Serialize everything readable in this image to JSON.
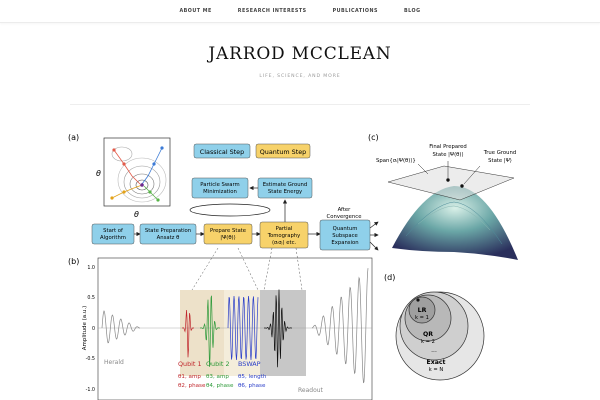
{
  "nav": {
    "items": [
      "ABOUT ME",
      "RESEARCH INTERESTS",
      "PUBLICATIONS",
      "BLOG"
    ]
  },
  "header": {
    "title": "JARROD MCCLEAN",
    "tagline": "LIFE, SCIENCE, AND MORE"
  },
  "figure": {
    "panel_a": "(a)",
    "panel_b": "(b)",
    "panel_c": "(c)",
    "panel_d": "(d)",
    "theta_axis_y": "θ",
    "theta_axis_x": "θ",
    "classical_step": "Classical Step",
    "quantum_step": "Quantum Step",
    "pso_line1": "Particle Swarm",
    "pso_line2": "Minimization",
    "est_line1": "Estimate Ground",
    "est_line2": "State Energy",
    "start_line1": "Start of",
    "start_line2": "Algorithm",
    "prep_ansatz_line1": "State Preparation",
    "prep_ansatz_line2": "Ansatz θ",
    "prep_state_line1": "Prepare State",
    "prep_state_line2": "|Ψ(θ)⟩",
    "tomo_line1": "Partial",
    "tomo_line2": "Tomography",
    "tomo_line3": "⟨σᵢσⱼ⟩ etc.",
    "qse_line1": "Quantum",
    "qse_line2": "Subspace",
    "qse_line3": "Expansion",
    "after_line1": "After",
    "after_line2": "Convergence",
    "span_label": "Span{σᵢ|Ψ(θ)⟩}",
    "final_line1": "Final Prepared",
    "final_line2": "State |Ψ(θ)⟩",
    "true_line1": "True Ground",
    "true_line2": "State |Ψ⟩",
    "amp_label": "Amplitude (a.u.)",
    "y_ticks": [
      "1.0",
      "0.5",
      "0",
      "-0.5",
      "-1.0"
    ],
    "herald": "Herald",
    "readout": "Readout",
    "qubit1": "Qubit 1",
    "qubit2": "Qubit 2",
    "bswap": "BSWAP",
    "q1_p1": "θ1, amp",
    "q1_p2": "θ2, phase",
    "q2_p1": "θ3, amp",
    "q2_p2": "θ4, phase",
    "bs_p1": "θ5, length",
    "bs_p2": "θ6, phase",
    "lr": "LR",
    "lr_k": "k = 1",
    "qr": "QR",
    "qr_k": "k = 2",
    "dots": "...",
    "exact": "Exact",
    "exact_k": "k = N"
  },
  "colors": {
    "classical": "#8fd0ea",
    "quantum": "#f7d26a",
    "qubit1": "#c0282d",
    "qubit2": "#2e9a3a",
    "bswap": "#2b3fc9"
  }
}
